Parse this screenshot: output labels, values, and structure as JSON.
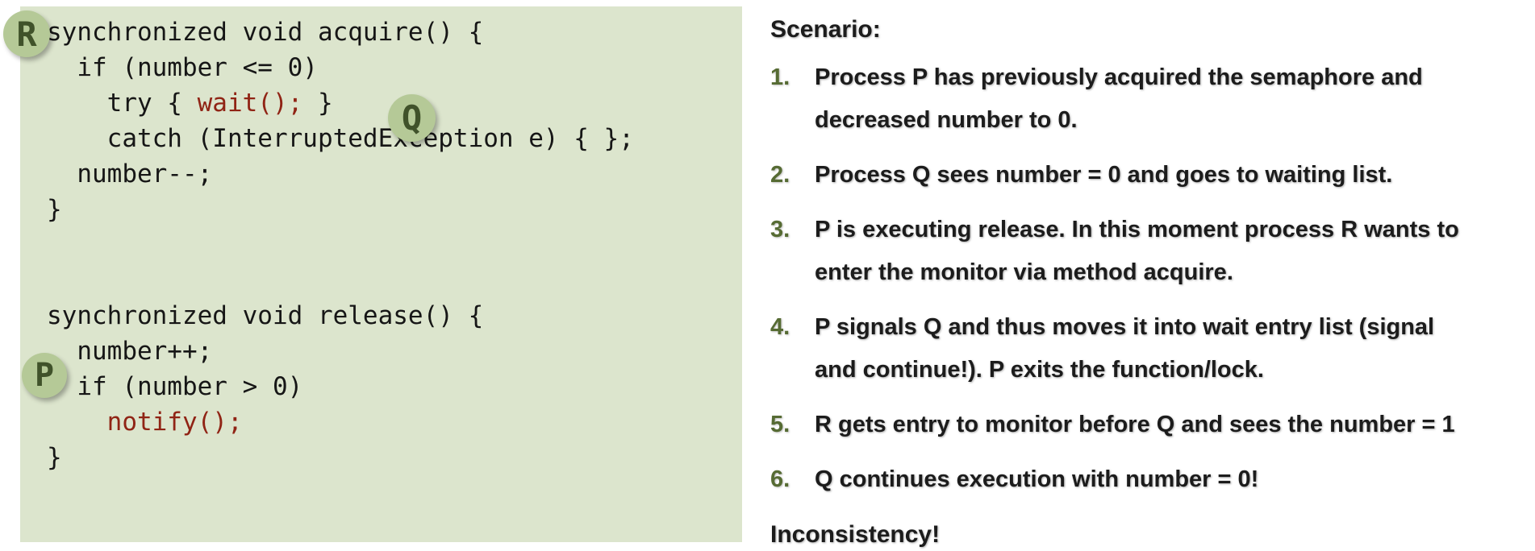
{
  "code_panel": {
    "background_color": "#dce5cd",
    "badge_color": "#b5c997",
    "badge_text_color": "#40522a",
    "accent_red": "#902415",
    "badges": {
      "r": "R",
      "q": "Q",
      "p": "P"
    },
    "code": {
      "seg1": "synchronized void acquire() {\n  if (number <= 0)\n    try { ",
      "wait_call": "wait();",
      "seg2": " }\n    catch (InterruptedException e) { };\n  number--;\n}\n\n\nsynchronized void release() {\n  number++;\n  if (number > 0)\n    ",
      "notify_call": "notify();",
      "seg3": "\n}"
    }
  },
  "scenario": {
    "title": "Scenario:",
    "number_color": "#566b33",
    "items": [
      {
        "num": "1.",
        "text": "Process P has previously acquired the semaphore and\ndecreased number to 0."
      },
      {
        "num": "2.",
        "text": "Process Q sees number = 0 and goes to waiting list."
      },
      {
        "num": "3.",
        "text": "P is executing release. In this moment process R wants to\nenter the monitor via method acquire."
      },
      {
        "num": "4.",
        "text": "P signals Q and thus moves it into wait entry list (signal\nand continue!). P exits the function/lock."
      },
      {
        "num": "5.",
        "text": "R gets entry to monitor before Q and sees the number = 1"
      },
      {
        "num": "6.",
        "text": "Q continues execution with number = 0!"
      }
    ],
    "footer": "Inconsistency!"
  }
}
